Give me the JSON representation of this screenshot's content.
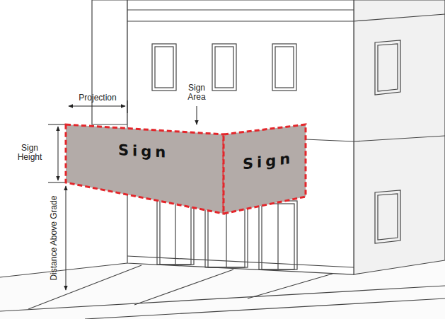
{
  "diagram": {
    "nodes": [
      {
        "text": [
          "Sign"
        ]
      },
      {
        "text": [
          "Sign"
        ]
      }
    ],
    "labels": [
      "Projection",
      "Sign Area",
      "Sign Height",
      "Distance Above Grade"
    ]
  }
}
